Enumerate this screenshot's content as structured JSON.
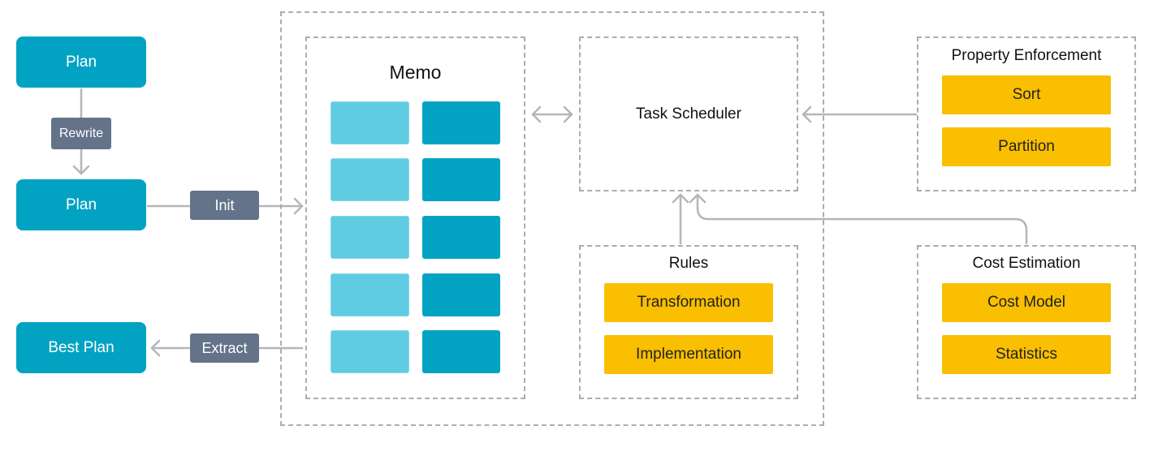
{
  "left": {
    "plan_top": "Plan",
    "rewrite": "Rewrite",
    "plan_mid": "Plan",
    "init": "Init",
    "best_plan": "Best Plan",
    "extract": "Extract"
  },
  "memo": {
    "title": "Memo"
  },
  "scheduler": {
    "title": "Task Scheduler"
  },
  "rules": {
    "title": "Rules",
    "items": [
      "Transformation",
      "Implementation"
    ]
  },
  "property_enforcement": {
    "title": "Property Enforcement",
    "items": [
      "Sort",
      "Partition"
    ]
  },
  "cost_estimation": {
    "title": "Cost Estimation",
    "items": [
      "Cost Model",
      "Statistics"
    ]
  },
  "colors": {
    "plan": "#02a3c2",
    "memo_light": "#60cce2",
    "tag": "#64738a",
    "rule": "#f9bf00",
    "arrow": "#b3b6ba",
    "dash": "#a9adb3"
  }
}
